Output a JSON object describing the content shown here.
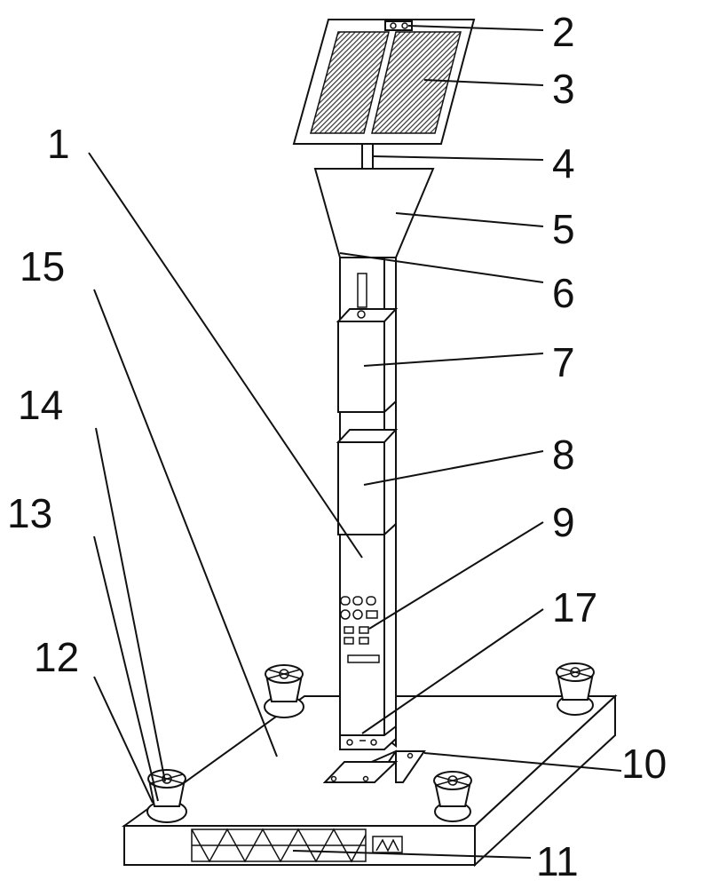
{
  "figure": {
    "callouts": [
      {
        "id": "1",
        "text": "1"
      },
      {
        "id": "2",
        "text": "2"
      },
      {
        "id": "3",
        "text": "3"
      },
      {
        "id": "4",
        "text": "4"
      },
      {
        "id": "5",
        "text": "5"
      },
      {
        "id": "6",
        "text": "6"
      },
      {
        "id": "7",
        "text": "7"
      },
      {
        "id": "8",
        "text": "8"
      },
      {
        "id": "9",
        "text": "9"
      },
      {
        "id": "10",
        "text": "10"
      },
      {
        "id": "11",
        "text": "11"
      },
      {
        "id": "12",
        "text": "12"
      },
      {
        "id": "13",
        "text": "13"
      },
      {
        "id": "14",
        "text": "14"
      },
      {
        "id": "15",
        "text": "15"
      },
      {
        "id": "17",
        "text": "17"
      }
    ]
  },
  "colors": {
    "stroke": "#111111",
    "panel_hatch": "#333333",
    "background": "#ffffff"
  }
}
